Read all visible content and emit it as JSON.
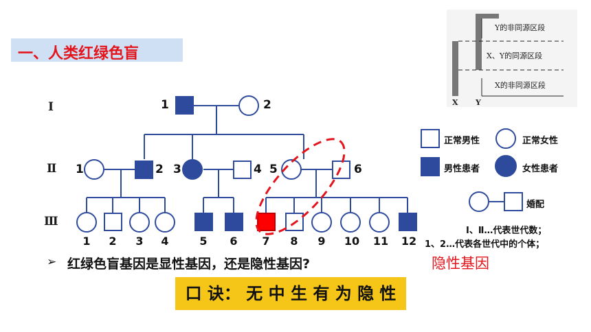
{
  "title": "一、人类红绿色盲",
  "generations": [
    "Ⅰ",
    "Ⅱ",
    "Ⅲ"
  ],
  "gen1": {
    "labels": [
      "1",
      "2"
    ]
  },
  "gen2": {
    "labels": [
      "1",
      "2",
      "3",
      "4",
      "5",
      "6"
    ]
  },
  "gen3": {
    "labels": [
      "1",
      "2",
      "3",
      "4",
      "5",
      "6",
      "7",
      "8",
      "9",
      "10",
      "11",
      "12"
    ]
  },
  "legend": {
    "normal_male": "正常男性",
    "normal_female": "正常女性",
    "affected_male": "男性患者",
    "affected_female": "女性患者",
    "marriage": "婚配"
  },
  "notes": {
    "line1": "Ⅰ、Ⅱ…代表世代数；",
    "line2": "1、2…代表各世代中的个体；"
  },
  "chromosome": {
    "y_nonhomologous": "Y的非同源区段",
    "xy_homologous": "X、Y的同源区段",
    "x_nonhomologous": "X的非同源区段",
    "x_label": "X",
    "y_label": "Y"
  },
  "question": "红绿色盲基因是显性基因，还是隐性基因?",
  "question_arrow": "➢",
  "answer": "隐性基因",
  "mnemonic": "口 诀： 无 中 生 有 为 隐 性",
  "colors": {
    "affected": "#2e4a9c",
    "highlight": "#ff0000",
    "line": "#2e4a9c",
    "dash": "#e3141b",
    "title": "#e3141b",
    "mnemonic_bg": "#f5c518"
  }
}
